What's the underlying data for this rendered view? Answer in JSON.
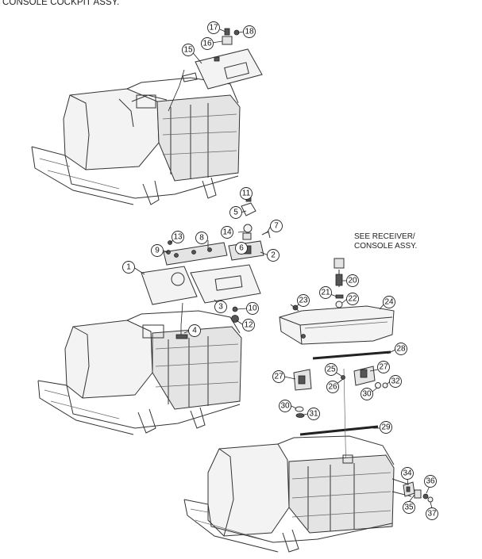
{
  "title": "CONSOLE COCKPIT ASSY.",
  "note": "SEE RECEIVER/\nCONSOLE ASSY.",
  "callouts": [
    "1",
    "2",
    "3",
    "4",
    "5",
    "6",
    "7",
    "8",
    "9",
    "10",
    "11",
    "12",
    "13",
    "14",
    "15",
    "16",
    "17",
    "18",
    "20",
    "21",
    "22",
    "23",
    "24",
    "25",
    "26",
    "27",
    "27",
    "28",
    "29",
    "30",
    "30",
    "31",
    "32",
    "34",
    "35",
    "36",
    "37"
  ]
}
